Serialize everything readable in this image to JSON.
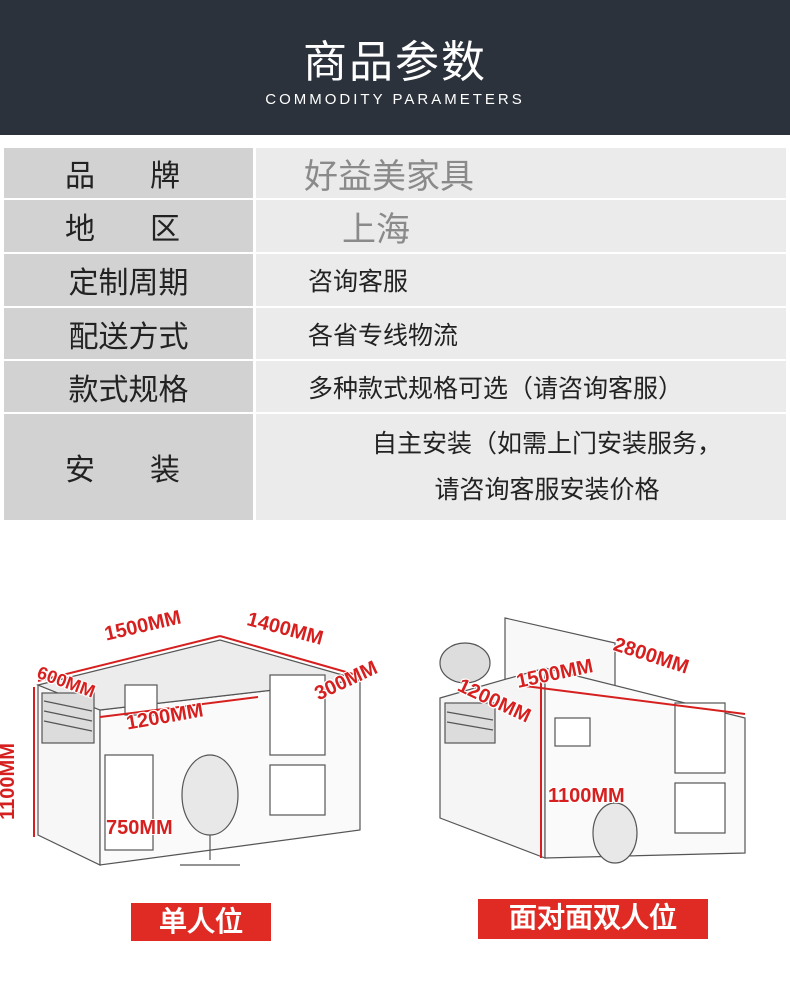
{
  "header": {
    "title": "商品参数",
    "subtitle": "COMMODITY PARAMETERS"
  },
  "params": [
    {
      "label": "品  牌",
      "value": "好益美家具"
    },
    {
      "label": "地  区",
      "value": "上海"
    },
    {
      "label": "定制周期",
      "value": "咨询客服"
    },
    {
      "label": "配送方式",
      "value": "各省专线物流"
    },
    {
      "label": "款式规格",
      "value": "多种款式规格可选（请咨询客服）"
    },
    {
      "label": "安  装",
      "value_line1": "自主安装（如需上门安装服务，",
      "value_line2": "请咨询客服安装价格"
    }
  ],
  "single": {
    "dims": [
      "1500MM",
      "1400MM",
      "600MM",
      "300MM",
      "1200MM",
      "1100MM",
      "750MM"
    ],
    "caption": "单人位"
  },
  "double": {
    "dims": [
      "2800MM",
      "1500MM",
      "1200MM",
      "1100MM"
    ],
    "caption": "面对面双人位"
  },
  "colors": {
    "header_bg": "#2b323c",
    "accent": "#e02a24",
    "dimension": "#d6201f"
  }
}
